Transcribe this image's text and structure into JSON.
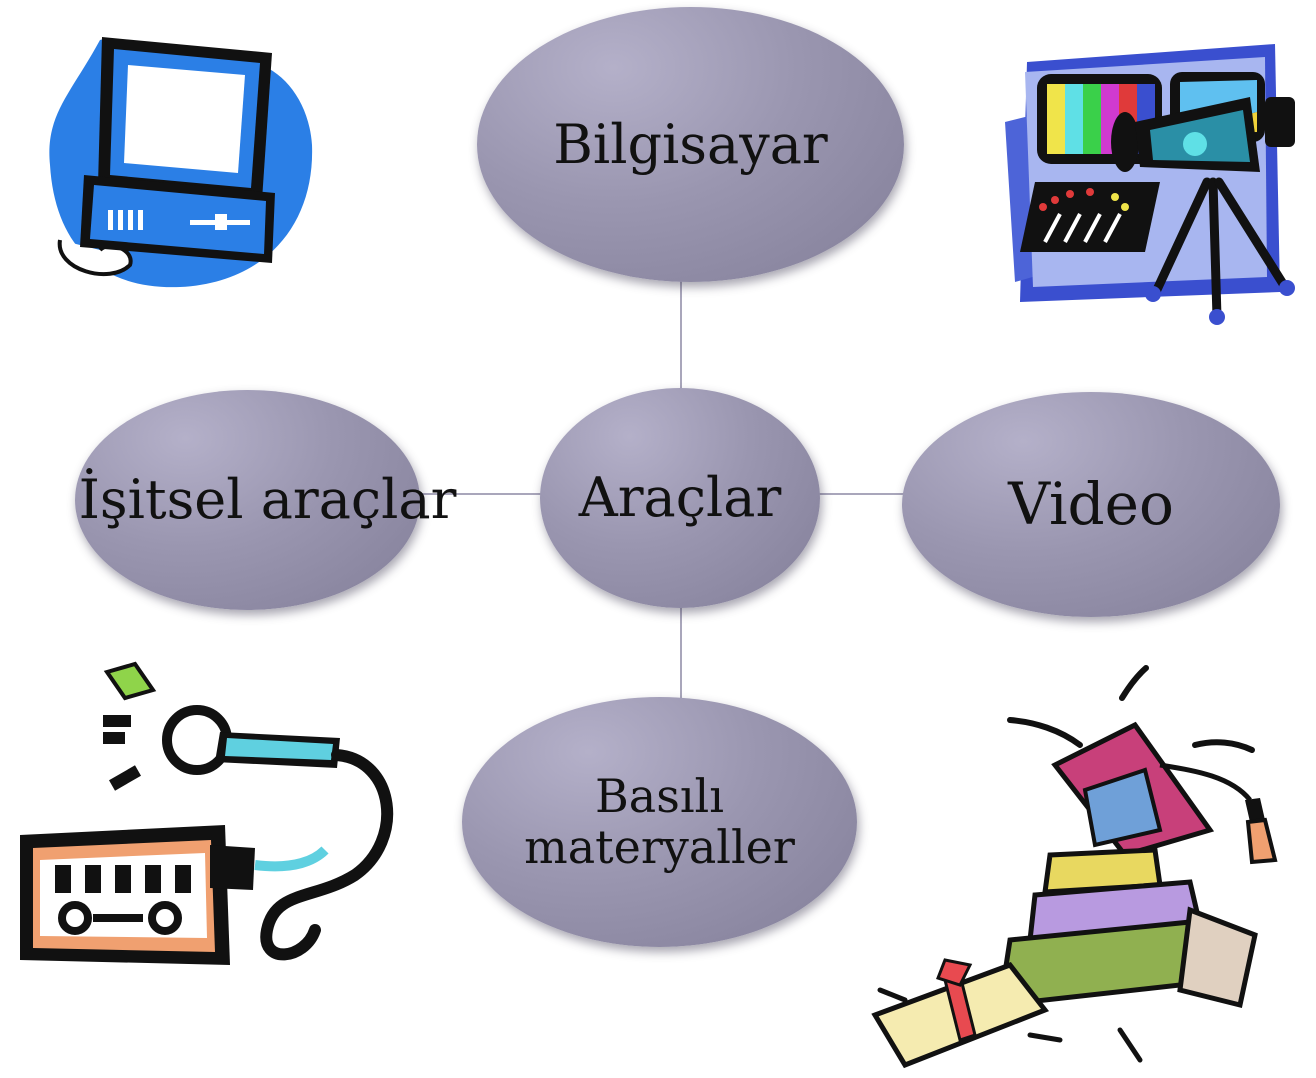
{
  "diagram": {
    "center": {
      "label": "Araçlar"
    },
    "top": {
      "label": "Bilgisayar"
    },
    "left": {
      "label": "İşitsel araçlar"
    },
    "right": {
      "label": "Video"
    },
    "bottom": {
      "label_line1": "Basılı",
      "label_line2": "materyaller"
    }
  },
  "cliparts": {
    "top_left": "computer-icon",
    "top_right": "video-camera-icon",
    "bottom_left": "cassette-microphone-icon",
    "bottom_right": "graduation-books-icon"
  },
  "colors": {
    "node_fill": "#9a96b0",
    "connector": "#a9a6bb",
    "computer_blue": "#2b7fe6"
  }
}
